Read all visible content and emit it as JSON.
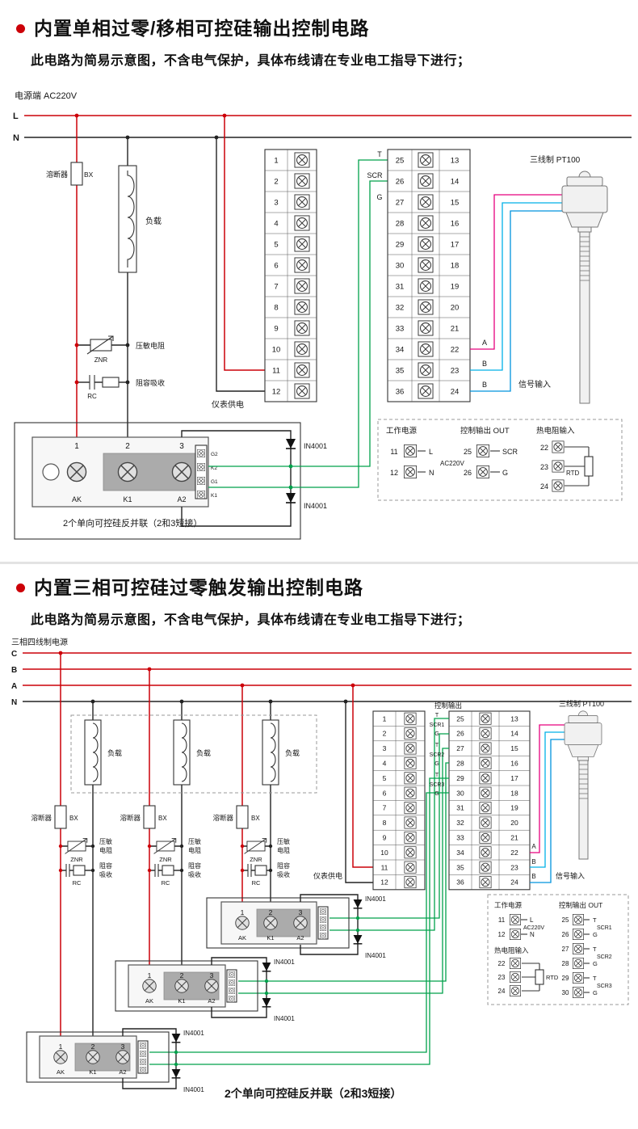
{
  "colors": {
    "accent_red": "#cc0008",
    "wire_black": "#222222",
    "wire_green": "#00a14b",
    "wire_magenta": "#e6007e",
    "wire_cyan": "#00b0e8",
    "wire_blue": "#0093dd",
    "divider_gray": "#e3e3e3"
  },
  "section1": {
    "title": "内置单相过零/移相可控硅输出控制电路",
    "subtitle": "此电路为简易示意图，不含电气保护，具体布线请在专业电工指导下进行；",
    "power_label": "电源端  AC220V",
    "phase_l": "L",
    "phase_n": "N",
    "fuse_name": "溶断器",
    "fuse_code": "BX",
    "load_label": "负载",
    "varistor_name": "压敏电阻",
    "varistor_code": "ZNR",
    "rc_name": "阻容吸收",
    "rc_code": "RC",
    "meter_supply": "仪表供电",
    "ctrl_t": "T",
    "ctrl_scr": "SCR",
    "ctrl_g": "G",
    "left_terminals": [
      "1",
      "2",
      "3",
      "4",
      "5",
      "6",
      "7",
      "8",
      "9",
      "10",
      "11",
      "12"
    ],
    "right_terminals_left": [
      "25",
      "26",
      "27",
      "28",
      "29",
      "30",
      "31",
      "32",
      "33",
      "34",
      "35",
      "36"
    ],
    "right_terminals_right": [
      "13",
      "14",
      "15",
      "16",
      "17",
      "18",
      "19",
      "20",
      "21",
      "22",
      "23",
      "24"
    ],
    "signal_a": "A",
    "signal_b1": "B",
    "signal_b2": "B",
    "signal_label": "信号输入",
    "pt100_label": "三线制  PT100",
    "module": {
      "terminals": [
        "1",
        "2",
        "3"
      ],
      "names": [
        "AK",
        "K1",
        "A2"
      ],
      "aux": [
        "G2",
        "K2",
        "G1",
        "K1"
      ],
      "caption": "2个单向可控硅反并联（2和3短接）"
    },
    "diode_label": "IN4001",
    "legend": {
      "power_title": "工作电源",
      "power_terms": [
        "11",
        "12"
      ],
      "power_l": "L",
      "power_n": "N",
      "power_v": "AC220V",
      "out_title": "控制输出 OUT",
      "out_terms": [
        "25",
        "26"
      ],
      "out_scr": "SCR",
      "out_g": "G",
      "rtd_title": "热电阻输入",
      "rtd_terms": [
        "22",
        "23",
        "24"
      ],
      "rtd_label": "RTD"
    }
  },
  "section2": {
    "title": "内置三相可控硅过零触发输出控制电路",
    "subtitle": "此电路为简易示意图，不含电气保护，具体布线请在专业电工指导下进行；",
    "power_label": "三相四线制电源",
    "phases": [
      "C",
      "B",
      "A",
      "N"
    ],
    "fuse_name": "溶断器",
    "fuse_code": "BX",
    "load_label": "负载",
    "varistor_name_1": "压敏",
    "varistor_name_2": "电阻",
    "varistor_code": "ZNR",
    "rc_name_1": "阻容",
    "rc_name_2": "吸收",
    "rc_code": "RC",
    "meter_supply": "仪表供电",
    "ctrl_header": "控制输出",
    "ctrl_t": "T",
    "ctrl_g": "G",
    "scr_tags": [
      "SCR1",
      "SCR2",
      "SCR3"
    ],
    "left_terminals": [
      "1",
      "2",
      "3",
      "4",
      "5",
      "6",
      "7",
      "8",
      "9",
      "10",
      "11",
      "12"
    ],
    "right_terminals_left": [
      "25",
      "26",
      "27",
      "28",
      "29",
      "30",
      "31",
      "32",
      "33",
      "34",
      "35",
      "36"
    ],
    "right_terminals_right": [
      "13",
      "14",
      "15",
      "16",
      "17",
      "18",
      "19",
      "20",
      "21",
      "22",
      "23",
      "24"
    ],
    "signal_a": "A",
    "signal_b1": "B",
    "signal_b2": "B",
    "signal_label": "信号输入",
    "pt100_label": "三线制  PT100",
    "module": {
      "terminals": [
        "1",
        "2",
        "3"
      ],
      "names": [
        "AK",
        "K1",
        "A2"
      ]
    },
    "diode_label": "IN4001",
    "caption": "2个单向可控硅反并联（2和3短接）",
    "legend": {
      "power_title": "工作电源",
      "power_terms": [
        "11",
        "12"
      ],
      "power_l": "L",
      "power_n": "N",
      "power_v": "AC220V",
      "out_title": "控制输出 OUT",
      "out_terms": [
        "25",
        "26",
        "27",
        "28",
        "29",
        "30"
      ],
      "out_t": "T",
      "out_g": "G",
      "out_tags": [
        "SCR1",
        "SCR2",
        "SCR3"
      ],
      "rtd_title": "热电阻输入",
      "rtd_terms": [
        "22",
        "23",
        "24"
      ],
      "rtd_label": "RTD"
    }
  }
}
